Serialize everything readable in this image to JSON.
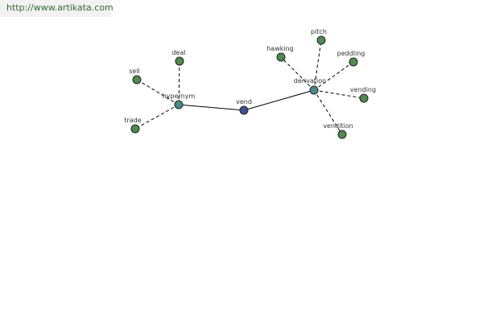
{
  "site": {
    "url_text": "http://www.artikata.com"
  },
  "graph": {
    "nodes": [
      {
        "id": "vend",
        "label": "vend",
        "kind": "center"
      },
      {
        "id": "hypernym",
        "label": "hypernym",
        "kind": "hub"
      },
      {
        "id": "derivation",
        "label": "derivation",
        "kind": "hub"
      },
      {
        "id": "deal",
        "label": "deal",
        "kind": "leaf"
      },
      {
        "id": "sell",
        "label": "sell",
        "kind": "leaf"
      },
      {
        "id": "trade",
        "label": "trade",
        "kind": "leaf"
      },
      {
        "id": "hawking",
        "label": "hawking",
        "kind": "leaf"
      },
      {
        "id": "pitch",
        "label": "pitch",
        "kind": "leaf"
      },
      {
        "id": "peddling",
        "label": "peddling",
        "kind": "leaf"
      },
      {
        "id": "vending",
        "label": "vending",
        "kind": "leaf"
      },
      {
        "id": "vendition",
        "label": "vendition",
        "kind": "leaf"
      }
    ],
    "edges": [
      {
        "from": "vend",
        "to": "hypernym",
        "style": "solid"
      },
      {
        "from": "vend",
        "to": "derivation",
        "style": "solid"
      },
      {
        "from": "hypernym",
        "to": "deal",
        "style": "dashed"
      },
      {
        "from": "hypernym",
        "to": "sell",
        "style": "dashed"
      },
      {
        "from": "hypernym",
        "to": "trade",
        "style": "dashed"
      },
      {
        "from": "derivation",
        "to": "hawking",
        "style": "dashed"
      },
      {
        "from": "derivation",
        "to": "pitch",
        "style": "dashed"
      },
      {
        "from": "derivation",
        "to": "peddling",
        "style": "dashed"
      },
      {
        "from": "derivation",
        "to": "vending",
        "style": "dashed"
      },
      {
        "from": "derivation",
        "to": "vendition",
        "style": "dashed"
      }
    ],
    "colors": {
      "center": "#3d4f8c",
      "hub": "#4a8a8a",
      "leaf": "#4f8a4f"
    }
  }
}
